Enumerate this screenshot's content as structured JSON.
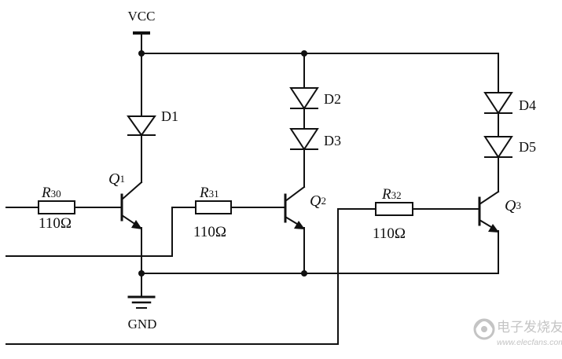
{
  "colors": {
    "wire": "#111111",
    "background": "#ffffff",
    "watermark": "#c4c4c4"
  },
  "labels": {
    "vcc": "VCC",
    "gnd": "GND",
    "d1": "D1",
    "d2": "D2",
    "d3": "D3",
    "d4": "D4",
    "d5": "D5",
    "q1": {
      "letter": "Q",
      "sub": "1"
    },
    "q2": {
      "letter": "Q",
      "sub": "2"
    },
    "q3": {
      "letter": "Q",
      "sub": "3"
    },
    "r30": {
      "letter": "R",
      "sub": "30",
      "value": "110Ω"
    },
    "r31": {
      "letter": "R",
      "sub": "31",
      "value": "110Ω"
    },
    "r32": {
      "letter": "R",
      "sub": "32",
      "value": "110Ω"
    }
  },
  "watermark": {
    "icon": "electronics-fans-logo",
    "text": "电子发烧友",
    "url": "www.elecfans.com"
  }
}
